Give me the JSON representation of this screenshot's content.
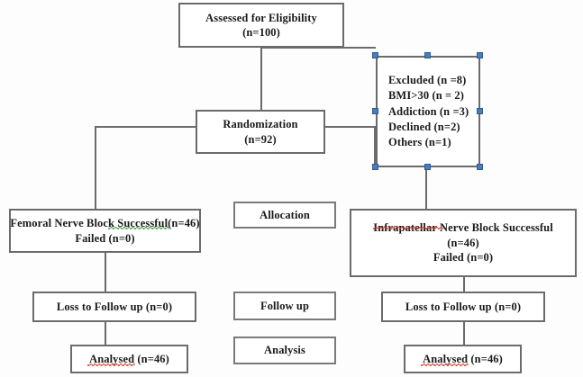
{
  "diagram": {
    "title": "CONSORT participant flow diagram",
    "colors": {
      "box_border": "#6b6b6b",
      "connector": "#6b6b6b",
      "selection_handle": "#4a7ebb",
      "text": "#1a1a1a",
      "background": "#fdfdfd",
      "spell_error_red": "#d23b2e",
      "grammar_error_green": "#3f9142"
    },
    "nodes": {
      "assessed": {
        "line1": "Assessed for Eligibility",
        "line2": "(n=100)"
      },
      "excluded": {
        "line1": "Excluded (n =8)",
        "line2": "BMI>30 (n = 2)",
        "line3": "Addiction (n =3)",
        "line4": "Declined (n=2)",
        "line5": "Others (n=1)"
      },
      "randomization": {
        "line1": "Randomization",
        "line2": "(n=92)"
      },
      "allocation_label": {
        "line1": "Allocation"
      },
      "femoral": {
        "line1": "Femoral Nerve Block Successful(n=46)",
        "line2": "Failed (n=0)"
      },
      "infrapatellar": {
        "line1": "Infrapatellar Nerve Block Successful",
        "line2": "(n=46)",
        "line3": "Failed (n=0)"
      },
      "followup_label": {
        "line1": "Follow up"
      },
      "loss_left": {
        "line1": "Loss to Follow up (n=0)"
      },
      "loss_right": {
        "line1": "Loss to Follow up (n=0)"
      },
      "analysis_label": {
        "line1": "Analysis"
      },
      "analysed_left": {
        "line1": "Analysed (n=46)"
      },
      "analysed_right": {
        "line1": "Analysed (n=46)"
      }
    }
  }
}
